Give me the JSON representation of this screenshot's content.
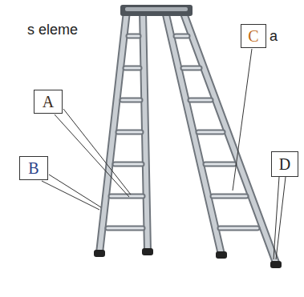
{
  "diagram": {
    "nodes": [
      {
        "text": [
          "A"
        ]
      },
      {
        "text": [
          "B"
        ]
      },
      {
        "text": [
          "C"
        ]
      },
      {
        "text": [
          "D"
        ]
      }
    ],
    "labels": [
      "s eleme",
      "a"
    ]
  }
}
